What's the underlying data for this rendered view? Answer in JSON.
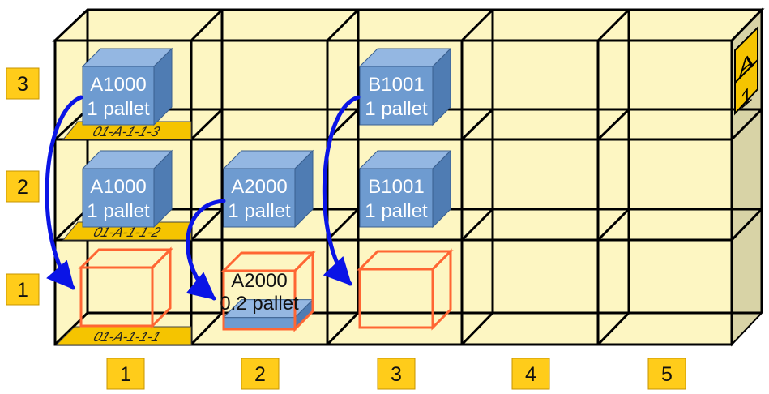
{
  "rack": {
    "tag_letter": "A",
    "tag_number": "1",
    "level_labels": [
      "3",
      "2",
      "1"
    ],
    "column_labels": [
      "1",
      "2",
      "3",
      "4",
      "5"
    ]
  },
  "location_tags": {
    "top": "01-A-1-1-3",
    "middle": "01-A-1-1-2",
    "bottom": "01-A-1-1-1"
  },
  "boxes": {
    "a1000_l3": {
      "code": "A1000",
      "qty": "1 pallet"
    },
    "b1001_l3": {
      "code": "B1001",
      "qty": "1 pallet"
    },
    "a1000_l2": {
      "code": "A1000",
      "qty": "1 pallet"
    },
    "a2000_l2": {
      "code": "A2000",
      "qty": "1 pallet"
    },
    "b1001_l2": {
      "code": "B1001",
      "qty": "1 pallet"
    },
    "a2000_l1": {
      "code": "A2000",
      "qty": "0.2 pallet",
      "fill_fraction": 0.2
    }
  },
  "colors": {
    "rack_fill": "#fdf6c2",
    "rack_side": "#d8d3a6",
    "box_front": "#6e9bd0",
    "box_top": "#94b7e2",
    "box_side": "#4f7cb3",
    "empty_outline": "#ff6633",
    "arrow": "#0a14e6",
    "label_fill": "#ffcc1a",
    "tag_fill": "#f5c400"
  }
}
